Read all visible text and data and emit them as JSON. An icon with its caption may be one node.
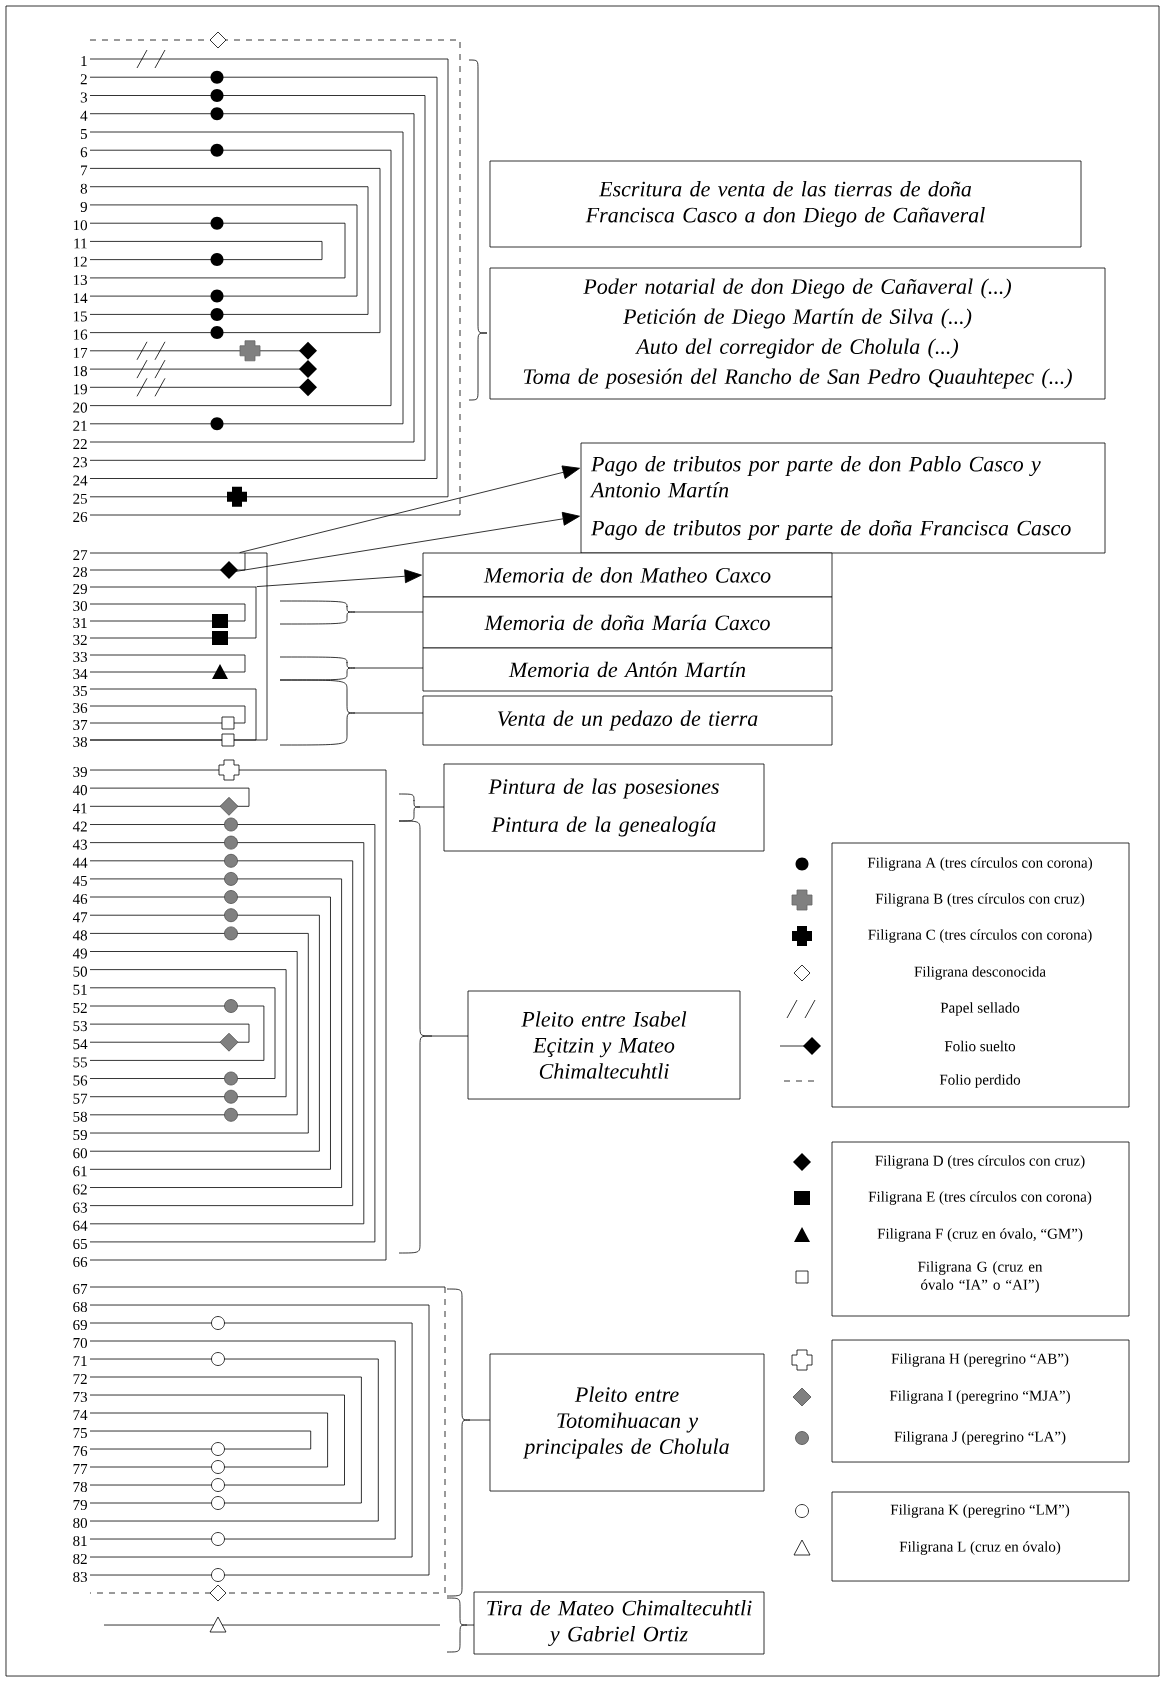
{
  "diagram": {
    "nodes": [
      {
        "text": [
          "Escritura de venta de las tierras de doña Francisca Casco a don Diego de Cañaveral"
        ]
      },
      {
        "text": [
          "Poder notarial de don Diego de Cañaveral (...)",
          "Petición de Diego Martín de Silva (...)",
          "Auto del corregidor de Cholula (...)",
          "Toma de posesión del Rancho de San Pedro Quauhtepec (...)"
        ]
      },
      {
        "text": [
          "Pago de tributos por parte de don Pablo Casco y Antonio Martín",
          "Pago de tributos por parte de doña Francisca Casco"
        ]
      },
      {
        "text": [
          "Memoria de don Matheo Caxco"
        ]
      },
      {
        "text": [
          "Memoria de doña María Caxco"
        ]
      },
      {
        "text": [
          "Memoria de Antón Martín"
        ]
      },
      {
        "text": [
          "Venta de un pedazo de tierra"
        ]
      },
      {
        "text": [
          "Pintura de las posesiones",
          "Pintura de la genealogía"
        ]
      },
      {
        "text": [
          "Pleito entre Isabel Eçitzin y Mateo Chimaltecuhtli"
        ]
      },
      {
        "text": [
          "Pleito entre Totomihuacan y principales de Cholula"
        ]
      },
      {
        "text": [
          "Tira de Mateo Chimaltecuhtli y Gabriel Ortiz"
        ]
      },
      {
        "text": [],
        "shape": "picture"
      }
    ],
    "edges": [
      {
        "from": 11,
        "to": 2,
        "arrow": "to"
      },
      {
        "from": 11,
        "to": 2,
        "arrow": "to"
      },
      {
        "from": 11,
        "to": 3,
        "arrow": "to"
      }
    ],
    "labels": [
      "1",
      "2",
      "3",
      "4",
      "5",
      "6",
      "7",
      "8",
      "9",
      "10",
      "11",
      "12",
      "13",
      "14",
      "15",
      "16",
      "17",
      "18",
      "19",
      "20",
      "21",
      "22",
      "23",
      "24",
      "25",
      "26",
      "27",
      "28",
      "29",
      "30",
      "31",
      "32",
      "33",
      "34",
      "35",
      "36",
      "37",
      "38",
      "39",
      "40",
      "41",
      "42",
      "43",
      "44",
      "45",
      "46",
      "47",
      "48",
      "49",
      "50",
      "51",
      "52",
      "53",
      "54",
      "55",
      "56",
      "57",
      "58",
      "59",
      "60",
      "61",
      "62",
      "63",
      "64",
      "65",
      "66",
      "67",
      "68",
      "69",
      "70",
      "71",
      "72",
      "73",
      "74",
      "75",
      "76",
      "77",
      "78",
      "79",
      "80",
      "81",
      "82",
      "83"
    ],
    "legend": [
      {
        "text": "Filigrana A (tres círculos con corona)"
      },
      {
        "text": "Filigrana B (tres círculos con cruz)"
      },
      {
        "text": "Filigrana C (tres círculos con corona)"
      },
      {
        "text": "Filigrana desconocida"
      },
      {
        "text": "Papel sellado"
      },
      {
        "text": "Folio suelto"
      },
      {
        "text": "Folio perdido"
      },
      {
        "text": "Filigrana D (tres círculos con cruz)"
      },
      {
        "text": "Filigrana E (tres círculos con corona)"
      },
      {
        "text": "Filigrana F (cruz en óvalo, “GM”)"
      },
      {
        "text": "Filigrana G (cruz en óvalo “IA” o “AI”)"
      },
      {
        "text": "Filigrana H (peregrino “AB”)"
      },
      {
        "text": "Filigrana I (peregrino “MJA”)"
      },
      {
        "text": "Filigrana J (peregrino “LA”)"
      },
      {
        "text": "Filigrana K (peregrino “LM”)"
      },
      {
        "text": "Filigrana L (cruz en óvalo)"
      }
    ]
  }
}
